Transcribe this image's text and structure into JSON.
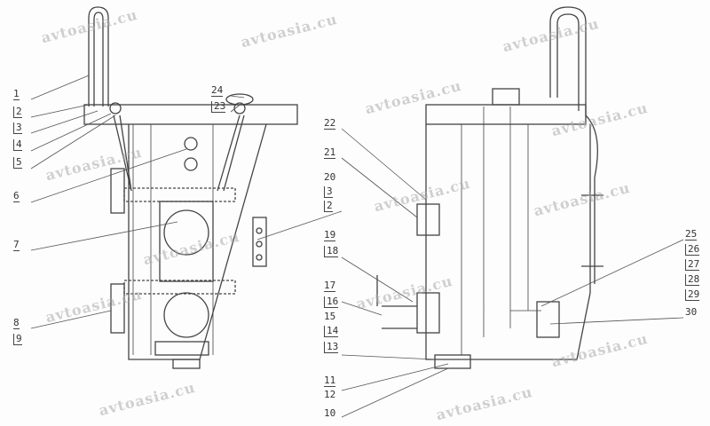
{
  "watermark": "avtoasia.cu",
  "left_view": {
    "labels": [
      "1",
      "2",
      "3",
      "4",
      "5",
      "6",
      "7",
      "8",
      "9",
      "24",
      "23"
    ]
  },
  "side_view": {
    "labels": [
      "22",
      "21",
      "20",
      "3",
      "2",
      "19",
      "18",
      "17",
      "16",
      "15",
      "14",
      "13",
      "11",
      "12",
      "10"
    ]
  },
  "right_labels": [
    "25",
    "26",
    "27",
    "28",
    "29",
    "30"
  ]
}
